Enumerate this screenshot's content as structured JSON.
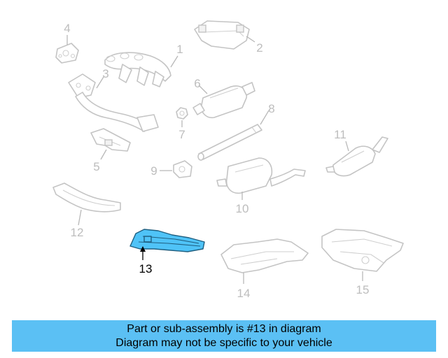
{
  "diagram": {
    "callouts": {
      "c1": "1",
      "c2": "2",
      "c3": "3",
      "c4": "4",
      "c5": "5",
      "c6": "6",
      "c7": "7",
      "c8": "8",
      "c9": "9",
      "c10": "10",
      "c11": "11",
      "c12": "12",
      "c13": "13",
      "c14": "14",
      "c15": "15"
    },
    "highlighted_part": "13",
    "colors": {
      "highlight": "#4fc3f7",
      "parts_outline": "#c4c4c4",
      "banner": "#5bc0f4"
    }
  },
  "banner": {
    "line1": "Part or sub-assembly is #13 in diagram",
    "line2": "Diagram may not be specific to your vehicle"
  }
}
